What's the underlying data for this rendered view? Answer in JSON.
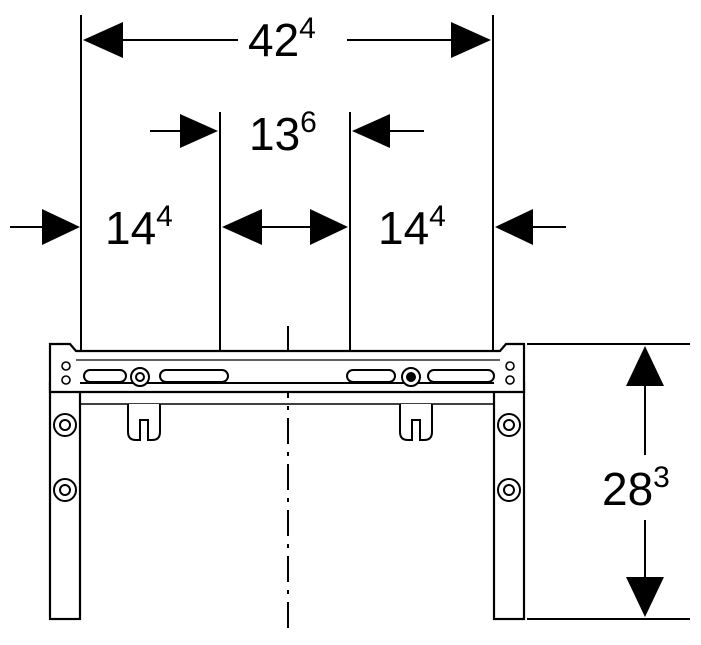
{
  "dimensions": {
    "overall_width": {
      "main": "42",
      "sup": "4"
    },
    "inner_spacing": {
      "main": "13",
      "sup": "6"
    },
    "left_offset": {
      "main": "14",
      "sup": "4"
    },
    "right_offset": {
      "main": "14",
      "sup": "4"
    },
    "height": {
      "main": "28",
      "sup": "3"
    }
  },
  "colors": {
    "ink": "#000000",
    "paper": "#ffffff",
    "shade": "#e6e6e6"
  }
}
